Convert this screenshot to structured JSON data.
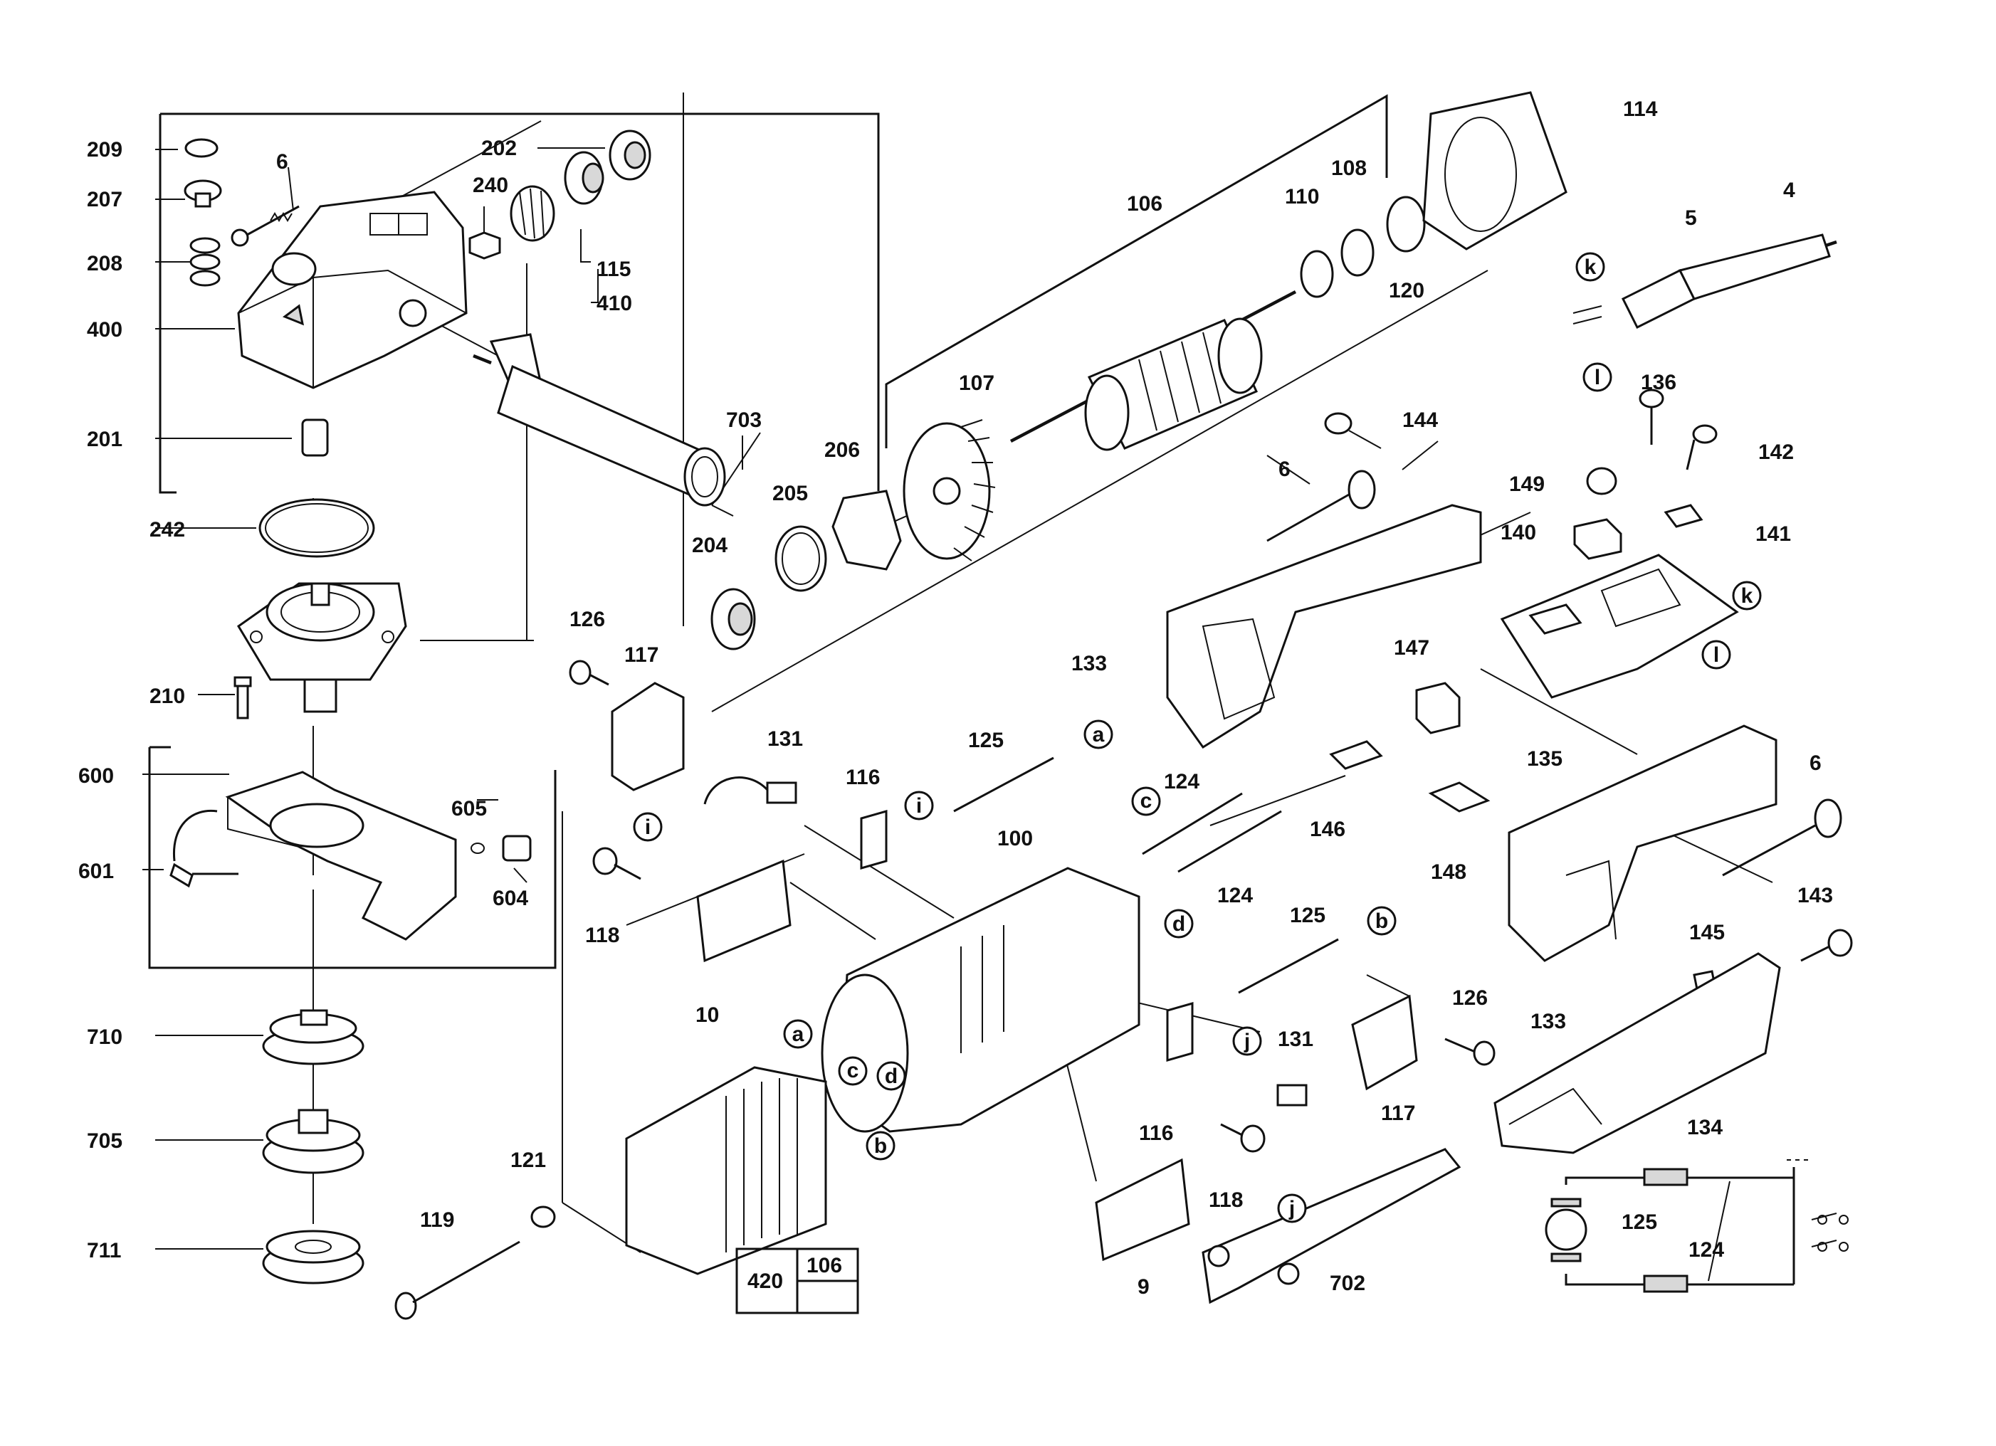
{
  "part_labels": {
    "p209": "209",
    "p207": "207",
    "p6a": "6",
    "p208": "208",
    "p400": "400",
    "p201": "201",
    "p242": "242",
    "p210": "210",
    "p600": "600",
    "p601": "601",
    "p605": "605",
    "p604": "604",
    "p710": "710",
    "p705": "705",
    "p711": "711",
    "p202": "202",
    "p240": "240",
    "p115": "115",
    "p410": "410",
    "p703": "703",
    "p206": "206",
    "p205": "205",
    "p204": "204",
    "p106a": "106",
    "p107": "107",
    "p110": "110",
    "p108": "108",
    "p120": "120",
    "p114": "114",
    "p5": "5",
    "p4": "4",
    "p136": "136",
    "p142": "142",
    "p149": "149",
    "p140": "140",
    "p141": "141",
    "p144": "144",
    "p6b": "6",
    "p133a": "133",
    "p147": "147",
    "p135": "135",
    "p126a": "126",
    "p117a": "117",
    "p131a": "131",
    "p125a": "125",
    "p116a": "116",
    "p124a": "124",
    "p146": "146",
    "p124b": "124",
    "p100": "100",
    "p118a": "118",
    "p10": "10",
    "p125b": "125",
    "p126b": "126",
    "p131b": "131",
    "p117b": "117",
    "p116b": "116",
    "p118b": "118",
    "p148": "148",
    "p6c": "6",
    "p133b": "133",
    "p143": "143",
    "p145": "145",
    "p134": "134",
    "p121": "121",
    "p119": "119",
    "p420": "420",
    "p106b": "106",
    "p9": "9",
    "p702": "702",
    "p125c": "125",
    "p124c": "124"
  },
  "connector_markers": {
    "a1": "a",
    "a2": "a",
    "b1": "b",
    "b2": "b",
    "c1": "c",
    "c2": "c",
    "d1": "d",
    "d2": "d",
    "i1": "i",
    "i2": "i",
    "j1": "j",
    "j2": "j",
    "k1": "k",
    "k2": "k",
    "l1": "l",
    "l2": "l"
  }
}
